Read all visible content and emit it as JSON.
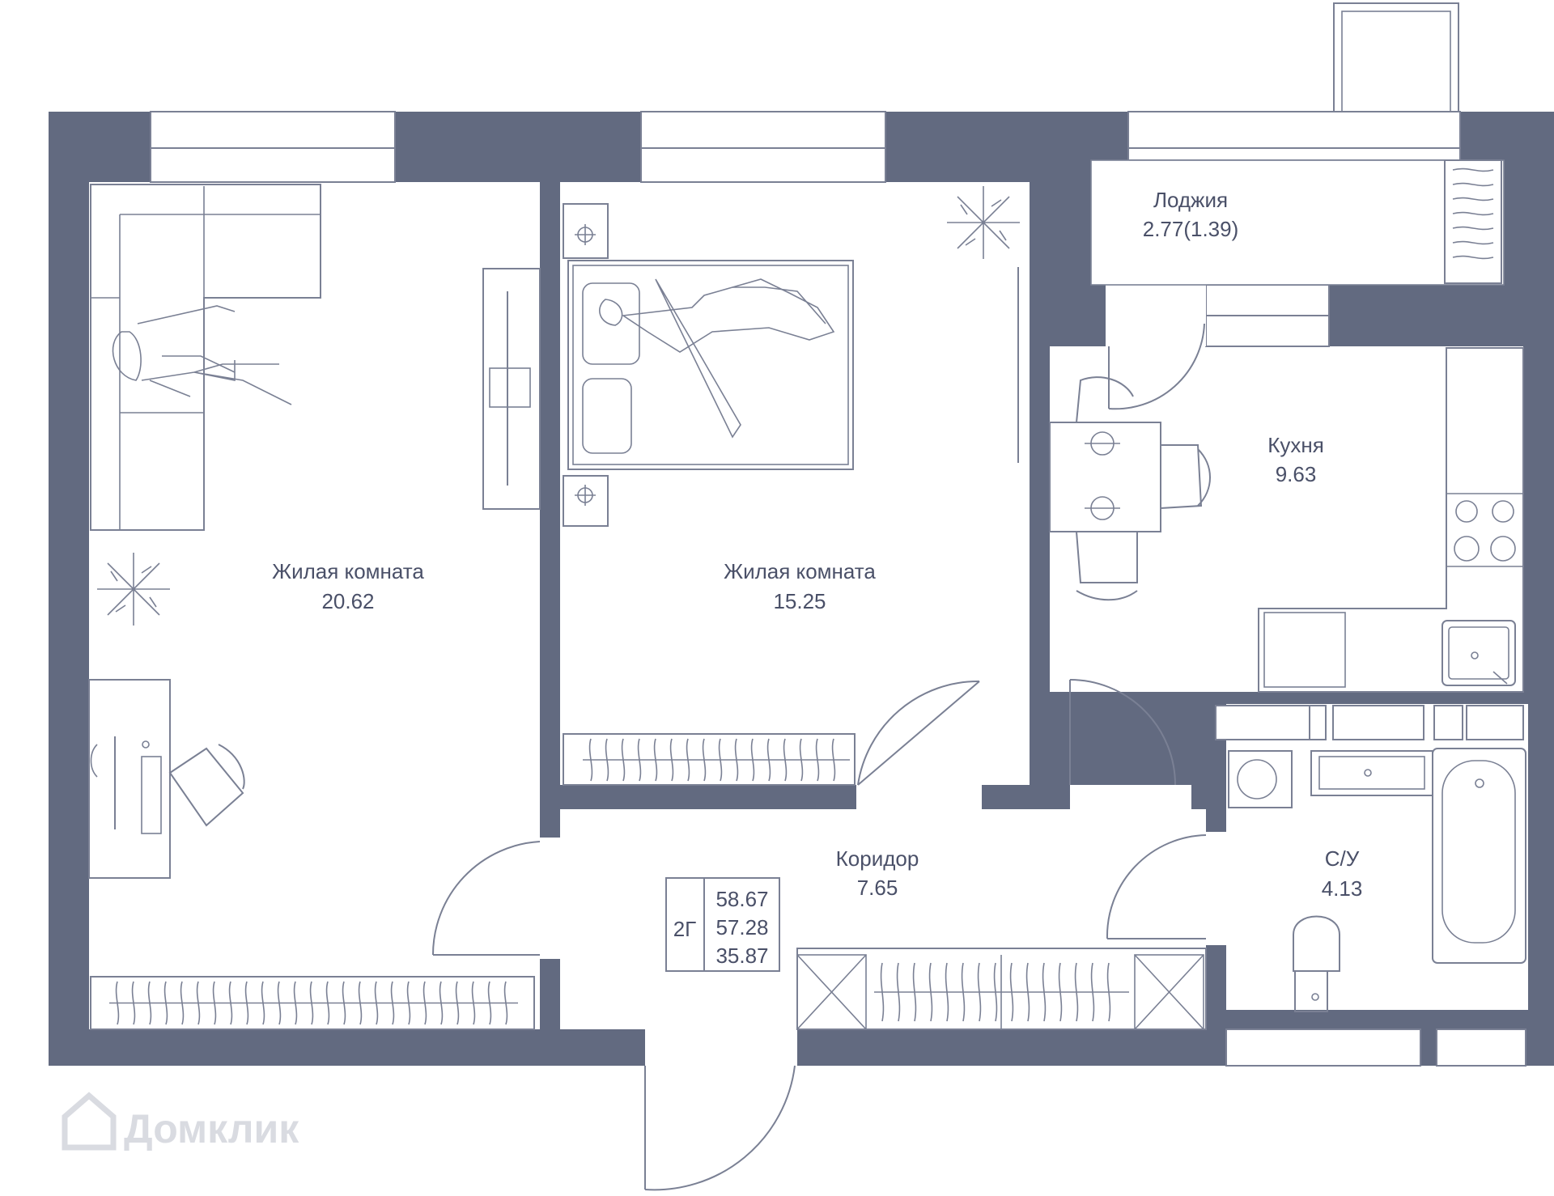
{
  "apartment": {
    "type_code": "2Г",
    "total_area": "58.67",
    "area_2": "57.28",
    "living_area": "35.87"
  },
  "rooms": {
    "living_room_1": {
      "name": "Жилая комната",
      "area": "20.62"
    },
    "living_room_2": {
      "name": "Жилая комната",
      "area": "15.25"
    },
    "kitchen": {
      "name": "Кухня",
      "area": "9.63"
    },
    "loggia": {
      "name": "Лоджия",
      "area": "2.77(1.39)"
    },
    "corridor": {
      "name": "Коридор",
      "area": "7.65"
    },
    "bathroom": {
      "name": "С/У",
      "area": "4.13"
    }
  },
  "watermark": {
    "text": "Домклик"
  },
  "colors": {
    "wall": "#626a80",
    "line": "#7a8094",
    "text": "#4a5068",
    "watermark": "#d9dbe1"
  }
}
